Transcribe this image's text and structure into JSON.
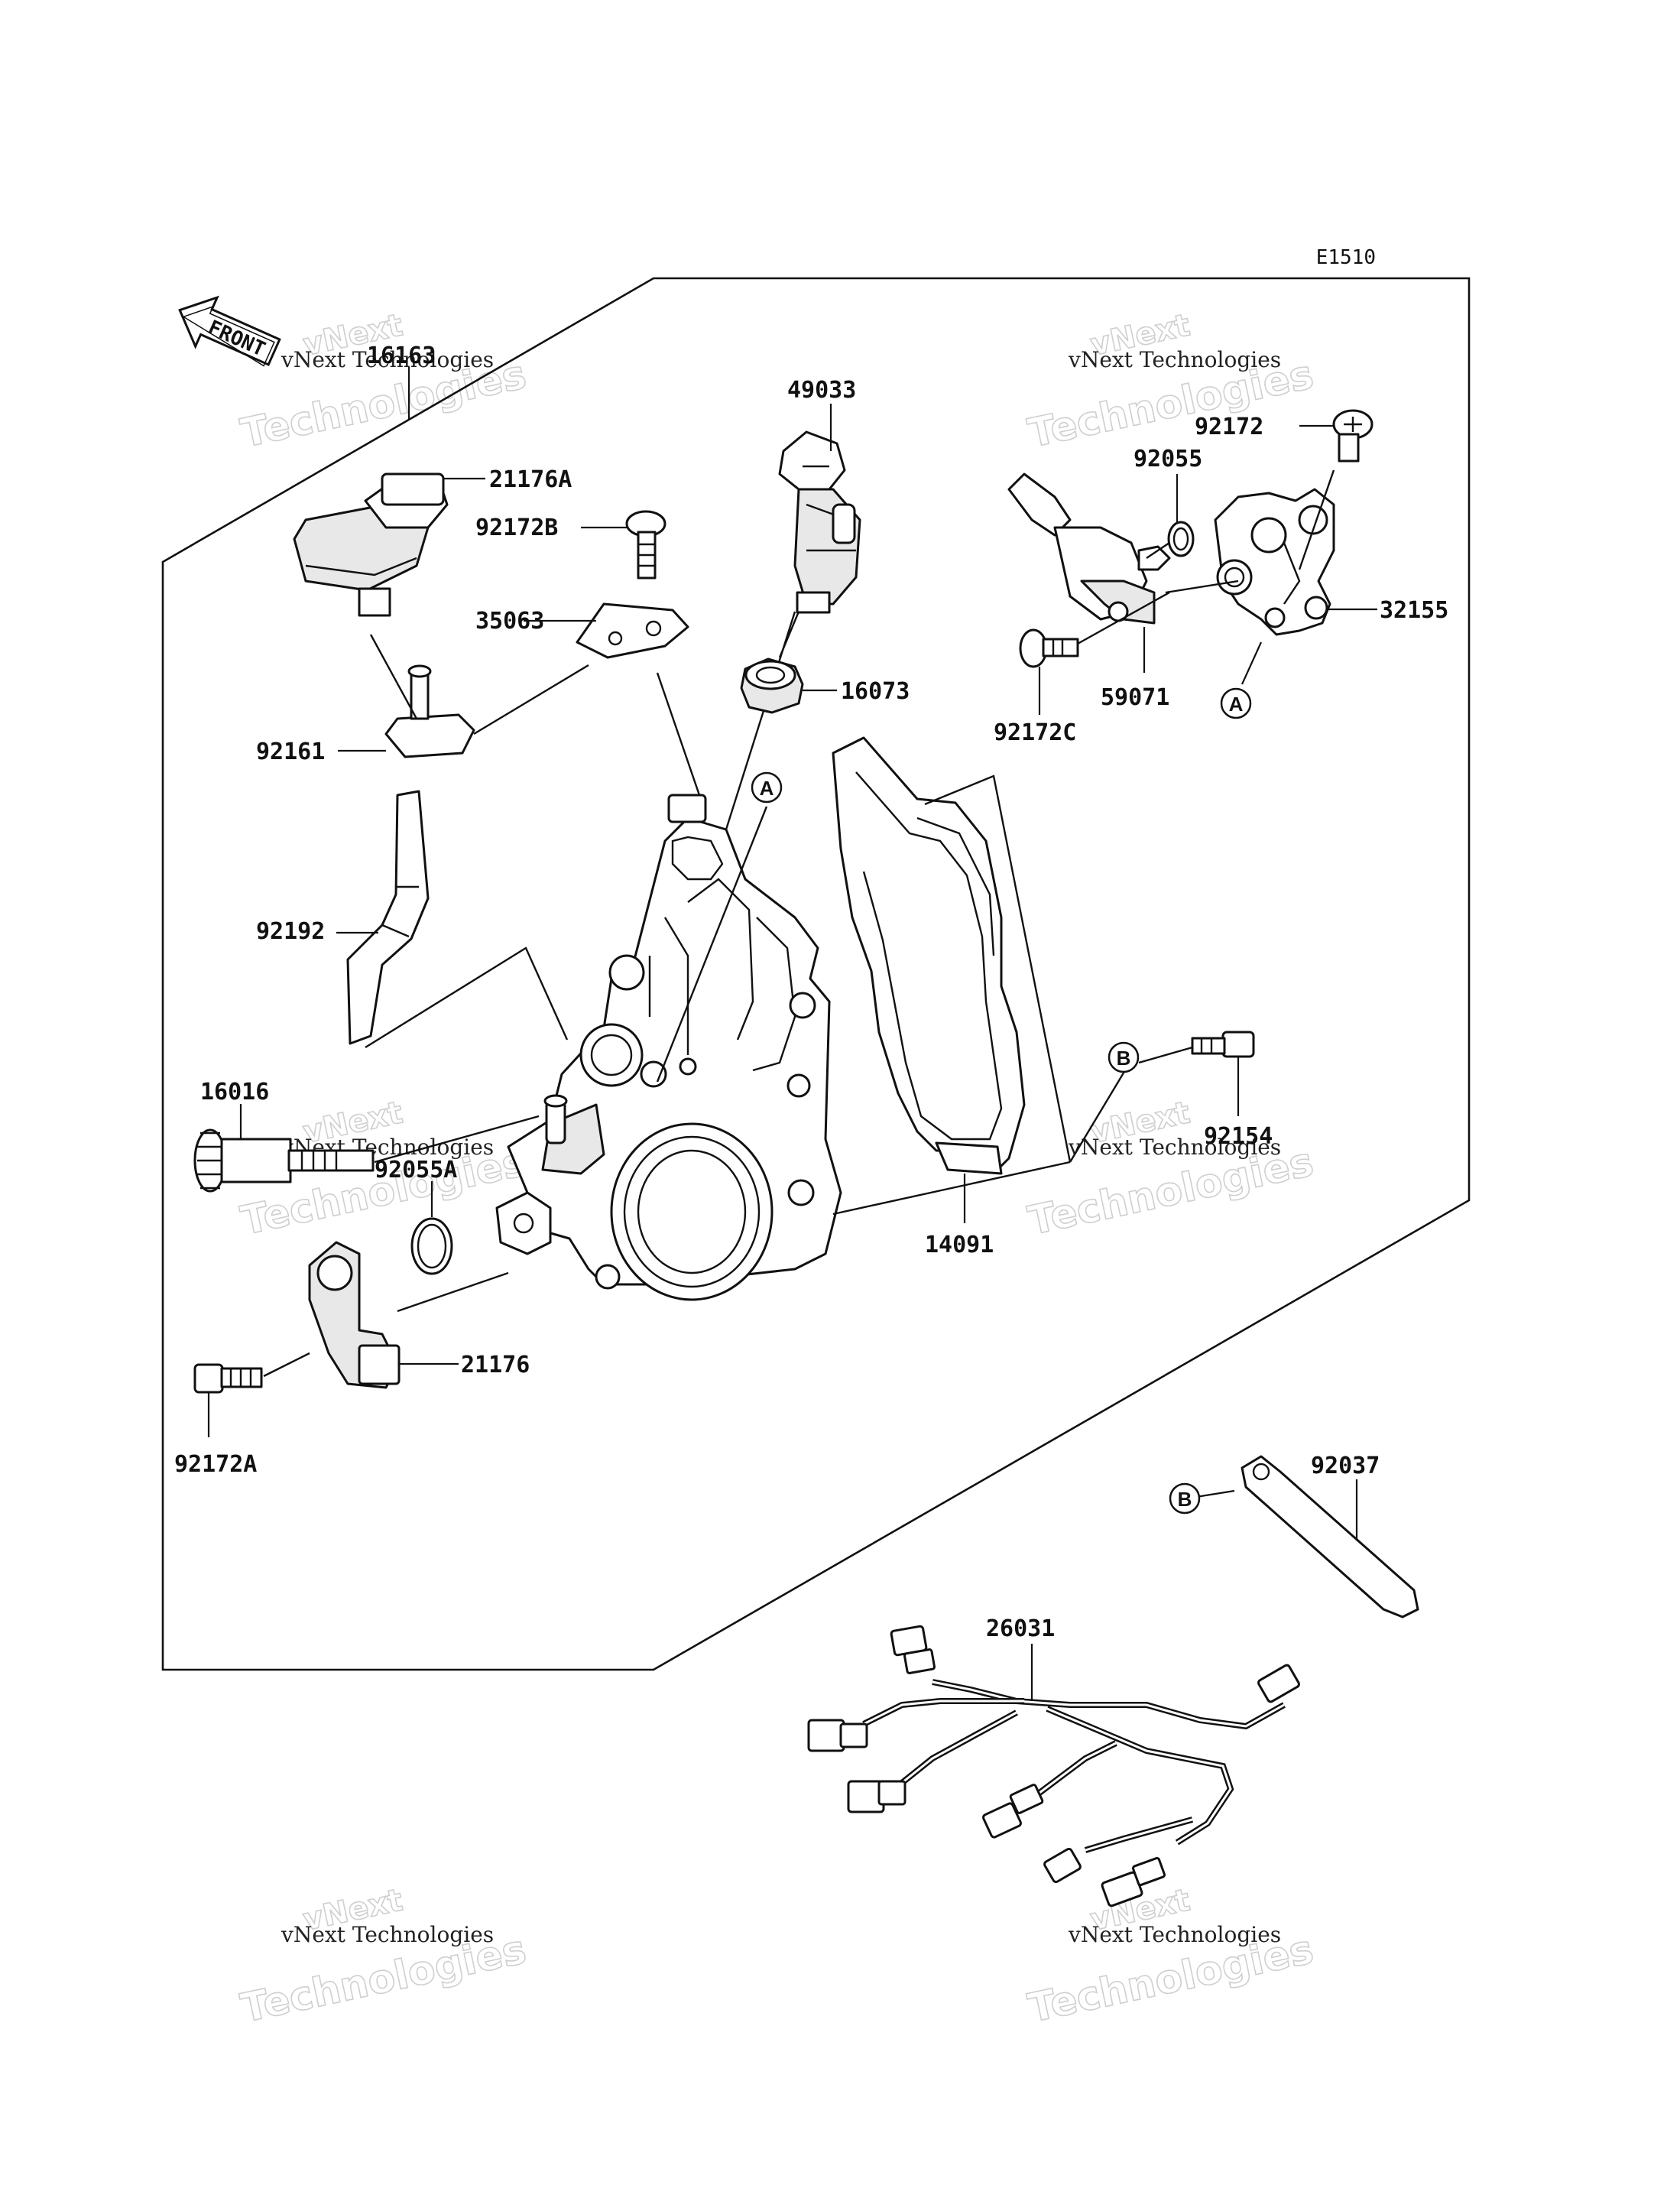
{
  "diagram_code": "E1510",
  "front_label": "FRONT",
  "watermark": {
    "line1": "vNext Technologies",
    "line2": "Technologies",
    "line3": "vNext"
  },
  "parts": {
    "p16163": "16163",
    "p21176A": "21176A",
    "p92172B": "92172B",
    "p35063": "35063",
    "p92161": "92161",
    "p92192": "92192",
    "p16016": "16016",
    "p92055A": "92055A",
    "p21176": "21176",
    "p92172A": "92172A",
    "p49033": "49033",
    "p16073": "16073",
    "p92172": "92172",
    "p92055": "92055",
    "p32155": "32155",
    "p59071": "59071",
    "p92172C": "92172C",
    "p92154": "92154",
    "p14091": "14091",
    "p92037": "92037",
    "p26031": "26031"
  },
  "callouts": {
    "a_top": "A",
    "a_right": "A",
    "b_mid": "B",
    "b_bottom": "B"
  }
}
